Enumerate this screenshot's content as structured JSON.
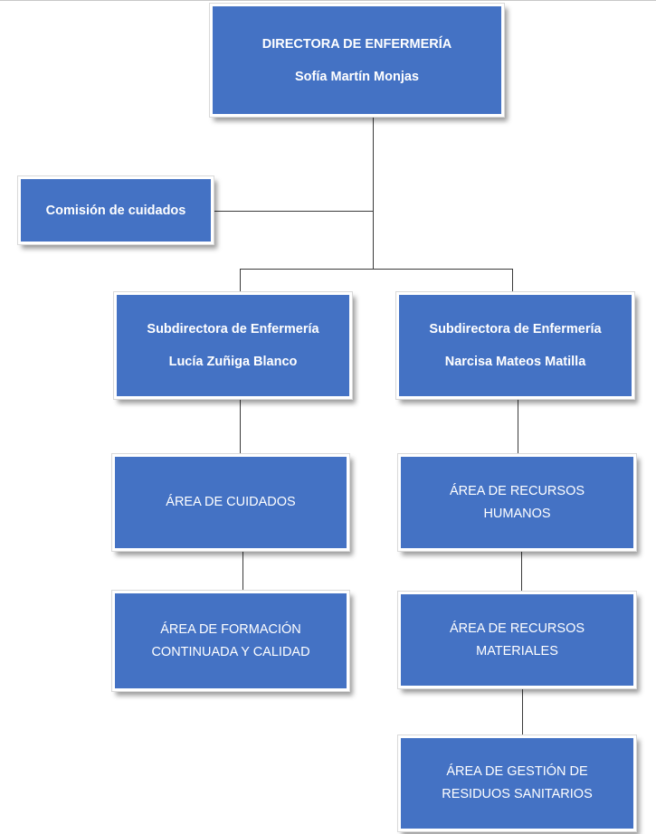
{
  "org_chart": {
    "director": {
      "title": "DIRECTORA DE ENFERMERÍA",
      "name": "Sofía Martín Monjas"
    },
    "commission": {
      "title": "Comisión de cuidados"
    },
    "subdirector_left": {
      "title": "Subdirectora de Enfermería",
      "name": "Lucía Zuñiga Blanco"
    },
    "subdirector_right": {
      "title": "Subdirectora de Enfermería",
      "name": "Narcisa Mateos Matilla"
    },
    "areas_left": [
      {
        "line1": "ÁREA DE CUIDADOS",
        "line2": ""
      },
      {
        "line1": "ÁREA DE FORMACIÓN",
        "line2": "CONTINUADA Y CALIDAD"
      }
    ],
    "areas_right": [
      {
        "line1": "ÁREA DE RECURSOS",
        "line2": "HUMANOS"
      },
      {
        "line1": "ÁREA DE RECURSOS",
        "line2": "MATERIALES"
      },
      {
        "line1": "ÁREA DE GESTIÓN DE",
        "line2": "RESIDUOS SANITARIOS"
      }
    ]
  },
  "colors": {
    "box_fill": "#4472c4",
    "box_text": "#ffffff",
    "connector": "#3a3a3a"
  }
}
